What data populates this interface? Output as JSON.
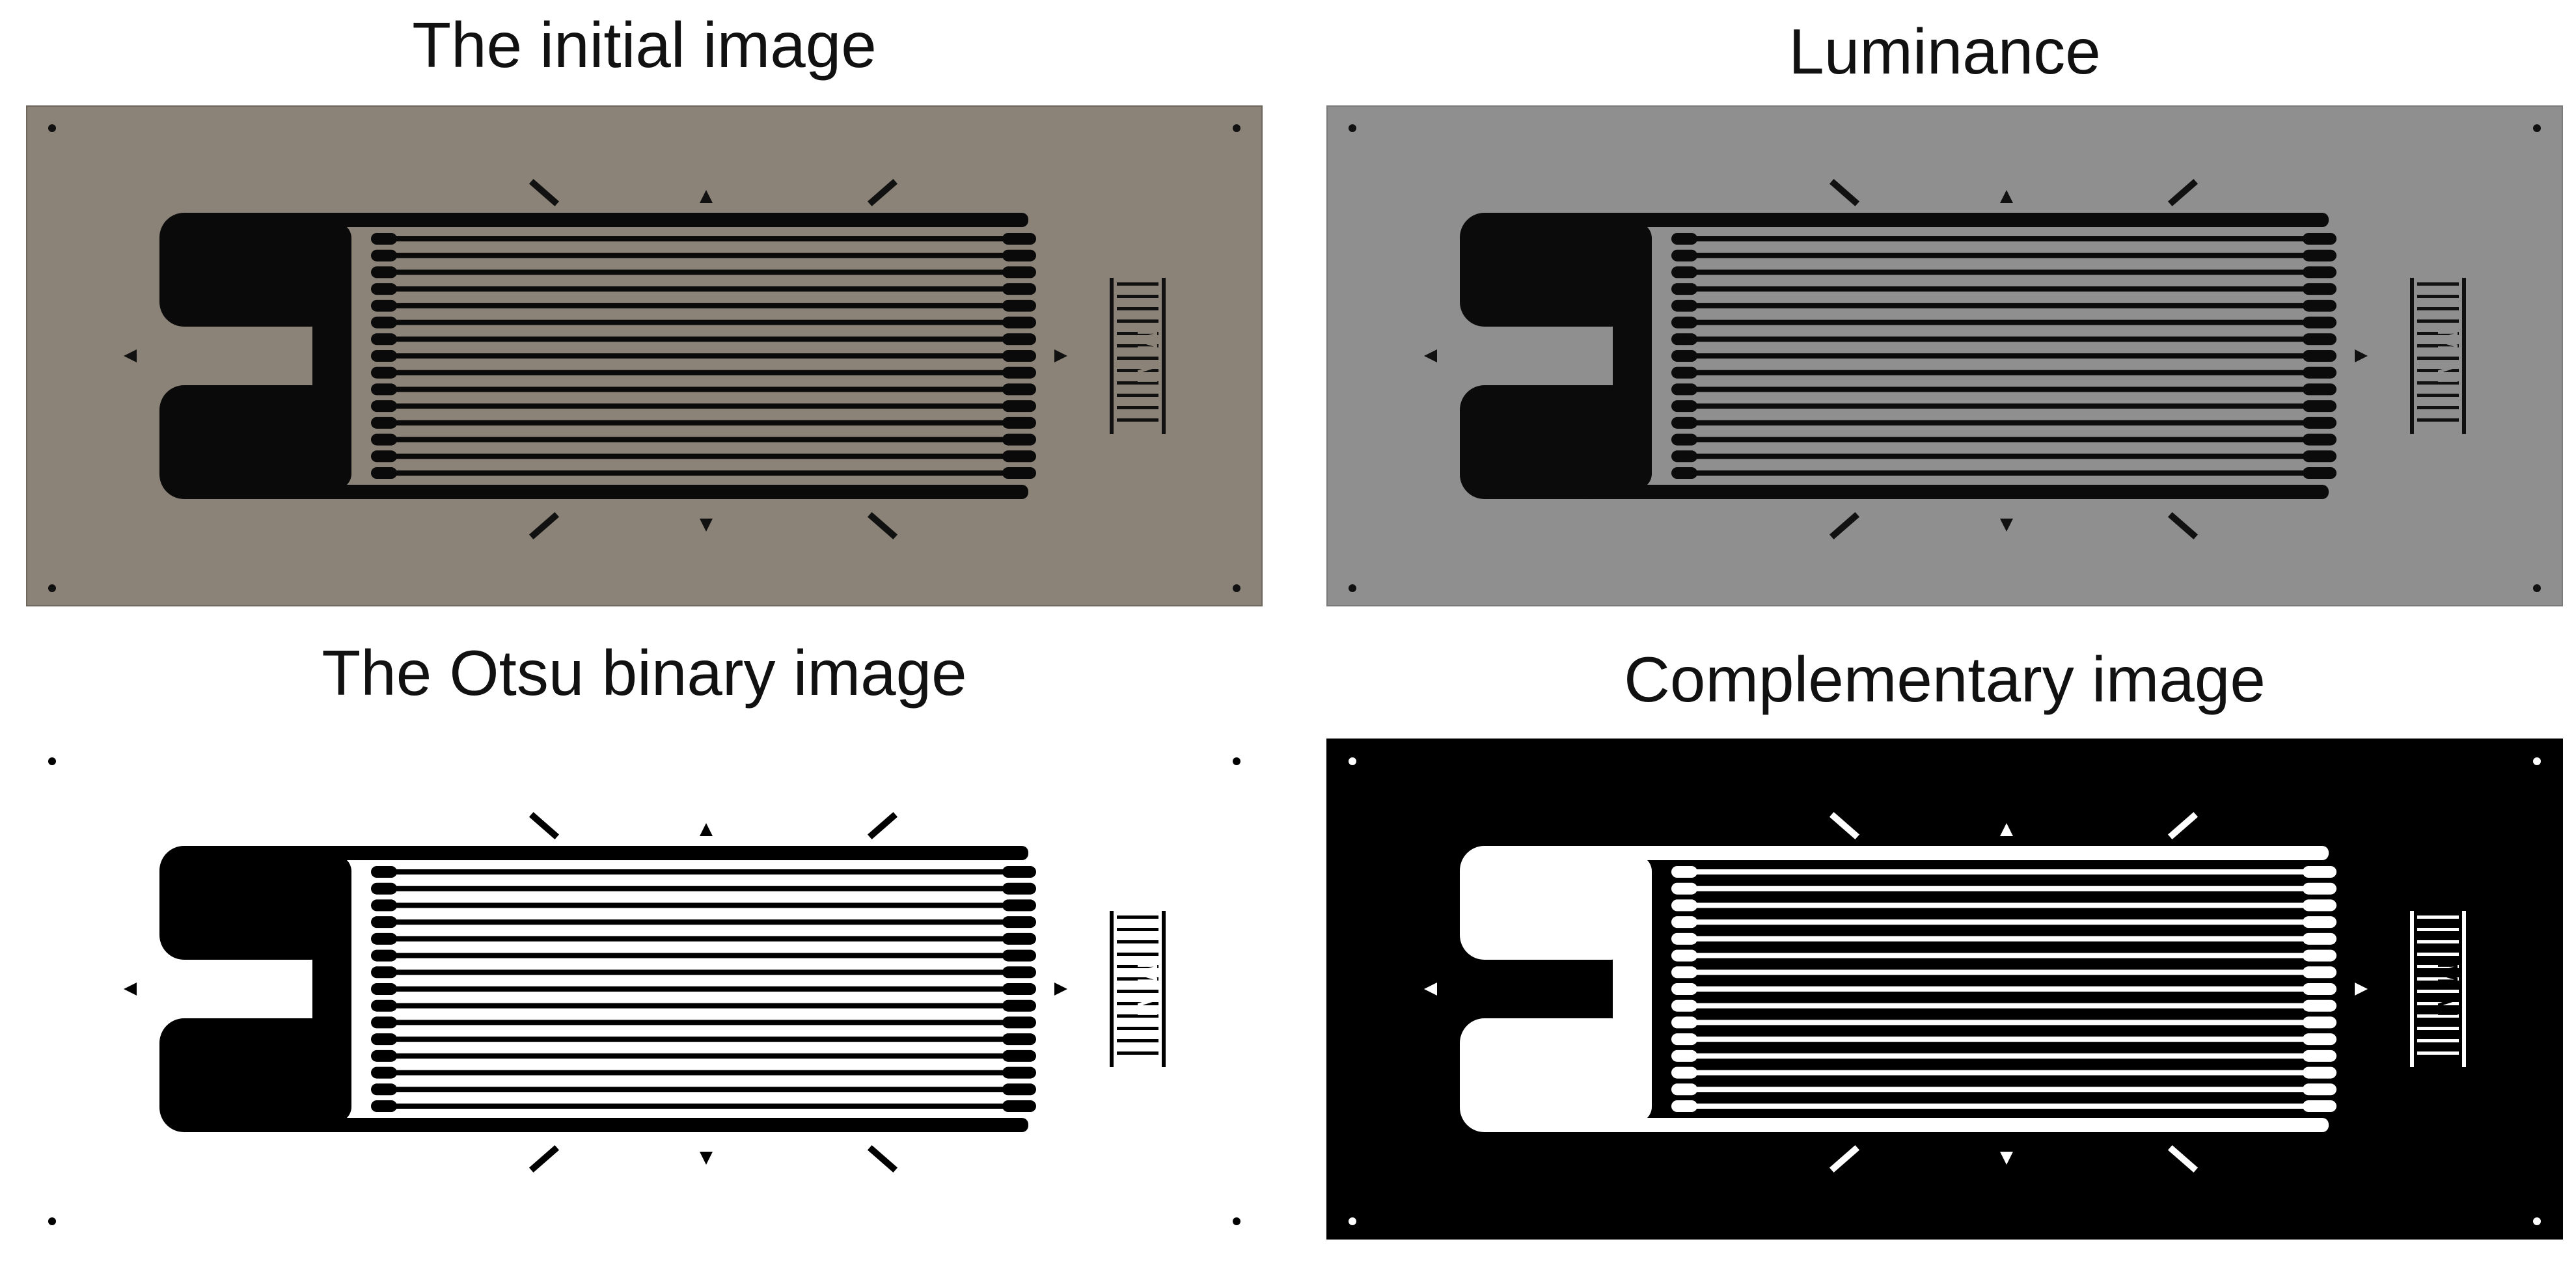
{
  "panels": [
    {
      "id": "initial",
      "title": "The initial image",
      "palette": {
        "background": "#8b8378",
        "foil": "#0a0a0a",
        "marks": "#111111",
        "border": "#6e675e"
      }
    },
    {
      "id": "luminance",
      "title": "Luminance",
      "palette": {
        "background": "#8f8f8f",
        "foil": "#0b0b0b",
        "marks": "#111111",
        "border": "#7a7a7a"
      }
    },
    {
      "id": "otsu",
      "title": "The Otsu binary image",
      "palette": {
        "background": "#ffffff",
        "foil": "#000000",
        "marks": "#000000",
        "border": "none"
      }
    },
    {
      "id": "complement",
      "title": "Complementary image",
      "palette": {
        "background": "#000000",
        "foil": "#ffffff",
        "marks": "#ffffff",
        "border": "none"
      }
    }
  ],
  "logo_text": "M M"
}
